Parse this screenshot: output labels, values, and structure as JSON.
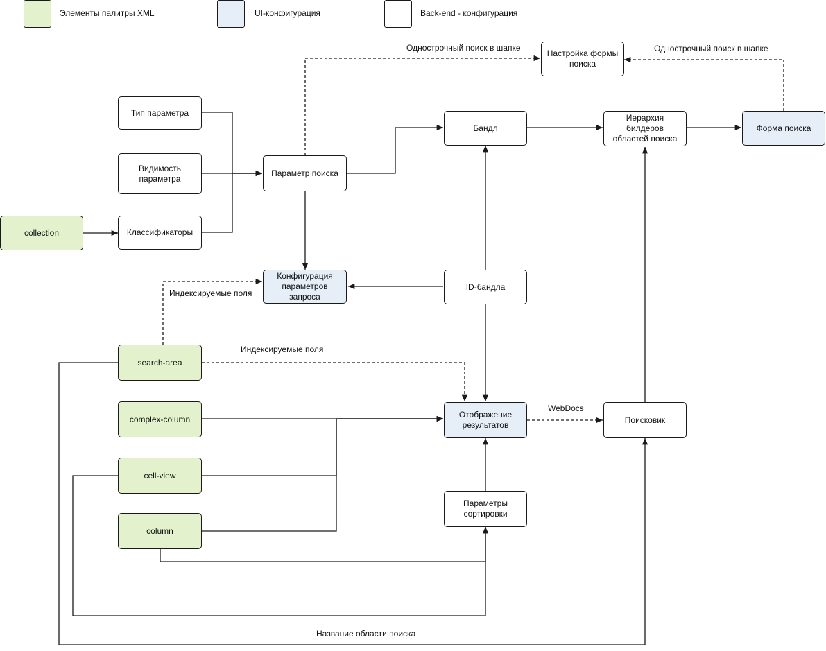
{
  "legend": [
    {
      "label": "Элементы палитры XML",
      "color": "#e3f2cc"
    },
    {
      "label": "UI-конфигурация",
      "color": "#e6eef8"
    },
    {
      "label": "Back-end - конфигурация",
      "color": "#ffffff"
    }
  ],
  "nodes": {
    "tip_parametra": "Тип параметра",
    "vidimost": "Видимость\nпараметра",
    "collection": "collection",
    "klassifikatory": "Классификаторы",
    "parametr_poiska": "Параметр поиска",
    "nastroika_formy": "Настройка формы\nпоиска",
    "bandl": "Бандл",
    "ierarkhiya": "Иерархия билдеров\nобластей поиска",
    "forma_poiska": "Форма поиска",
    "konfiguratsiya": "Конфигурация\nпараметров запроса",
    "id_bandla": "ID-бандла",
    "search_area": "search-area",
    "complex_column": "complex-column",
    "cell_view": "cell-view",
    "column": "column",
    "otobrazhenie": "Отображение\nрезультатов",
    "poiskovik": "Поисковик",
    "parametry_sortirovki": "Параметры\nсортировки"
  },
  "edge_labels": {
    "odnostrochnyi_left": "Однострочный поиск в шапке",
    "odnostrochnyi_right": "Однострочный поиск в шапке",
    "indeksiruemye_1": "Индексируемые поля",
    "indeksiruemye_2": "Индексируемые поля",
    "webdocs": "WebDocs",
    "nazvanie_oblasti": "Название области поиска"
  }
}
